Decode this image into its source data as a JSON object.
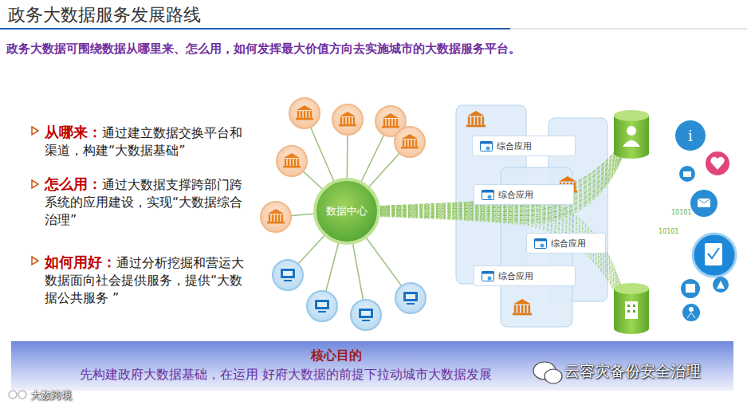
{
  "diagram": {
    "title": "政务大数据服务发展路线",
    "nodes": [
      {
        "text": [
          "数据中心"
        ]
      },
      {
        "text": [
          "综合应用"
        ]
      },
      {
        "text": [
          "综合应用"
        ]
      },
      {
        "text": [
          "综合应用"
        ]
      },
      {
        "text": [
          "综合应用"
        ]
      },
      {
        "text": [
          "核心目的",
          "先构建政府大数据基础，在运用 好府大数据的前提下拉动城市大数据发展"
        ]
      }
    ],
    "labels": [
      "政务大数据可围绕数据从哪里来、怎么用，如何发挥最大价值方向去实施城市的大数据服务平台。",
      "从哪来：",
      "通过建立数据交换平台和渠道，构建“大数据基础”",
      "怎么用：",
      "通过大数据支撑跨部门跨系统的应用建设，实现“大数据综合治理”",
      "如何用好：",
      "通过分析挖掘和营运大数据面向社会提供服务，提供“大数据公共服务 ”",
      "10101",
      "10101",
      "大数跨境",
      "云容灾备份安全治理"
    ]
  }
}
